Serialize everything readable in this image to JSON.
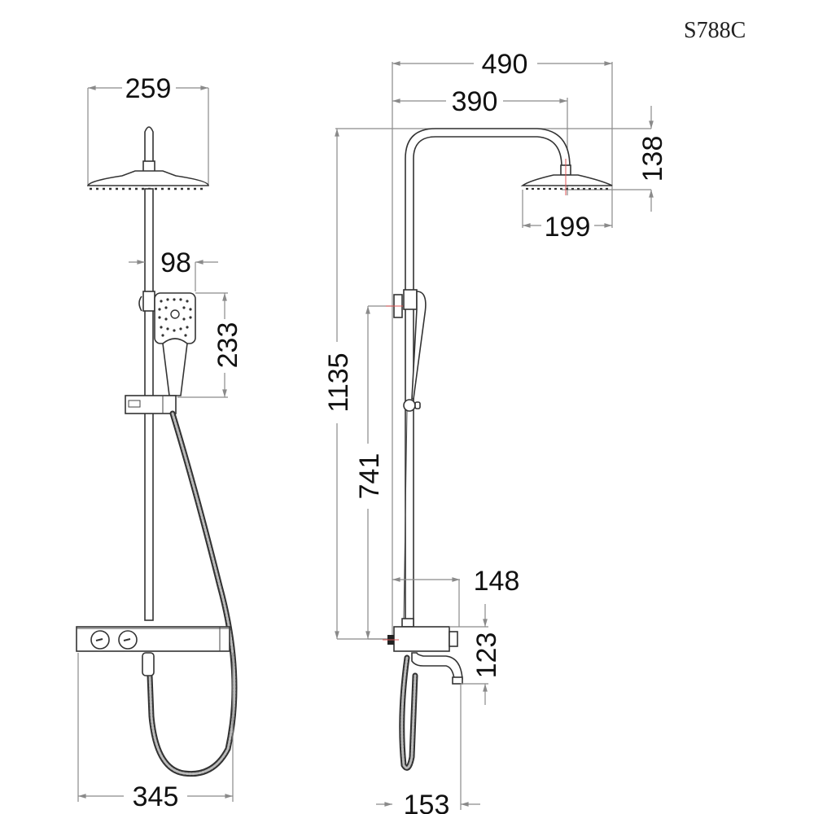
{
  "model": "S788C",
  "front_view": {
    "dimensions": {
      "head_width": "259",
      "hand_shower_width": "98",
      "hand_shower_height": "233",
      "mixer_width": "345"
    }
  },
  "side_view": {
    "dimensions": {
      "total_reach": "490",
      "arm_reach": "390",
      "head_height": "138",
      "head_width": "199",
      "total_height": "1135",
      "bracket_height": "741",
      "mixer_depth": "148",
      "spout_drop": "123",
      "spout_reach": "153"
    }
  },
  "colors": {
    "line": "#333333",
    "dimension_line": "#8a8a8a",
    "centerline": "#e05555"
  }
}
